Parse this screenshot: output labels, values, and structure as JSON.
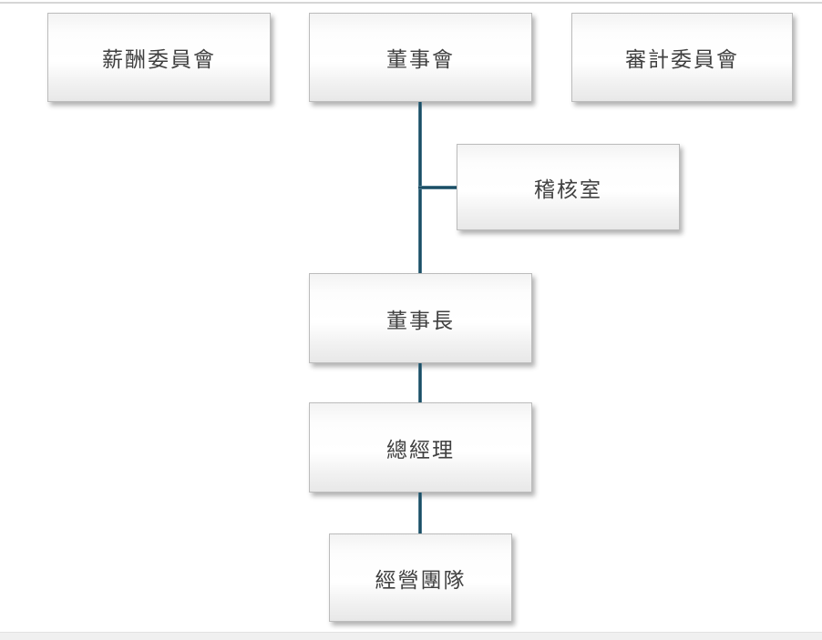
{
  "chart": {
    "type": "org-chart",
    "nodes": [
      {
        "id": "compensation-committee",
        "label": "薪酬委員會"
      },
      {
        "id": "board-of-directors",
        "label": "董事會"
      },
      {
        "id": "audit-committee",
        "label": "審計委員會"
      },
      {
        "id": "audit-office",
        "label": "稽核室"
      },
      {
        "id": "chairman",
        "label": "董事長"
      },
      {
        "id": "general-manager",
        "label": "總經理"
      },
      {
        "id": "management-team",
        "label": "經營團隊"
      }
    ],
    "edges": [
      {
        "from": "board-of-directors",
        "to": "chairman"
      },
      {
        "from": "board-of-directors",
        "to": "audit-office"
      },
      {
        "from": "chairman",
        "to": "general-manager"
      },
      {
        "from": "general-manager",
        "to": "management-team"
      }
    ],
    "colors": {
      "connector": "#1c4e64",
      "connector_highlight": "#6d98ab",
      "node_border": "#bcbcbc",
      "node_text": "#404040",
      "page_background": "#ffffff",
      "page_bottom_strip": "#f0f0f0"
    }
  }
}
